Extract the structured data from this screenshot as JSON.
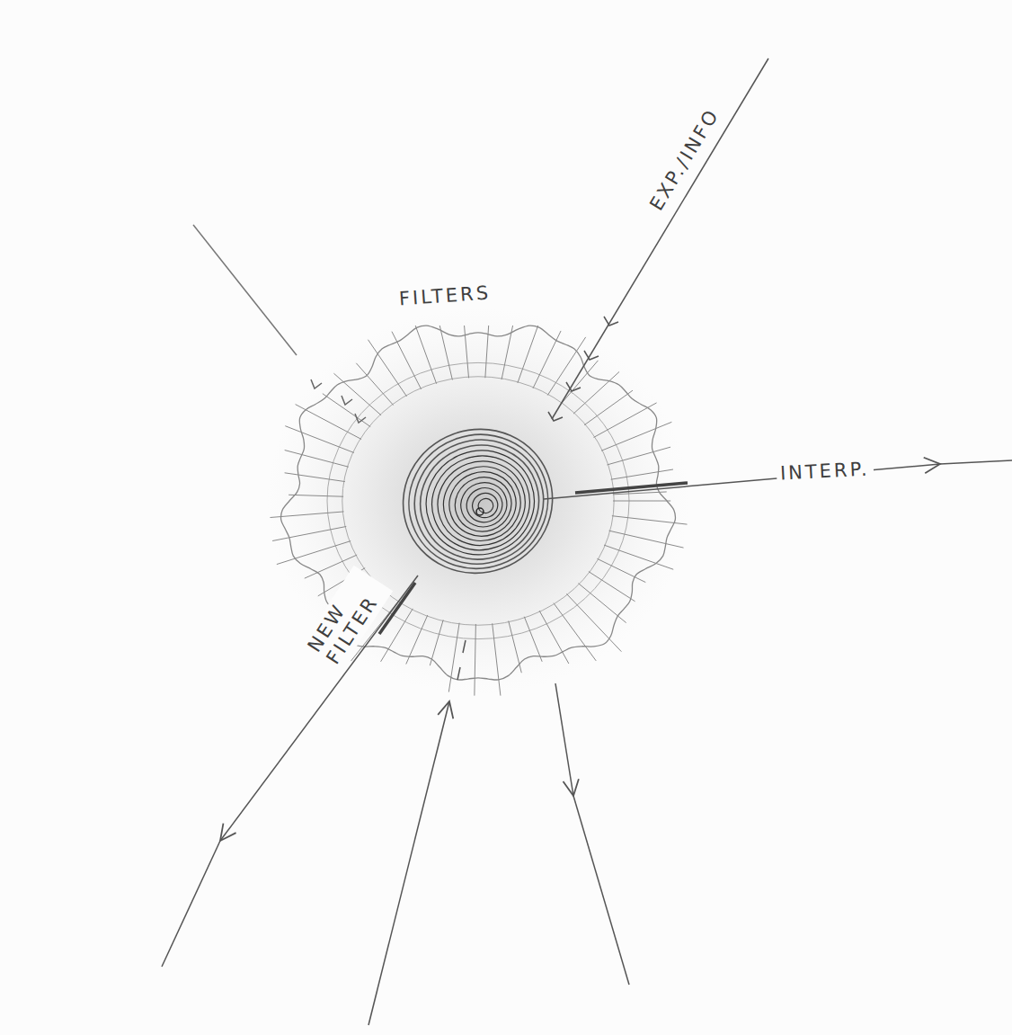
{
  "diagram": {
    "labels": [
      "FILTERS",
      "EXP./INFO",
      "INTERP.",
      "NEW FILTER"
    ]
  }
}
